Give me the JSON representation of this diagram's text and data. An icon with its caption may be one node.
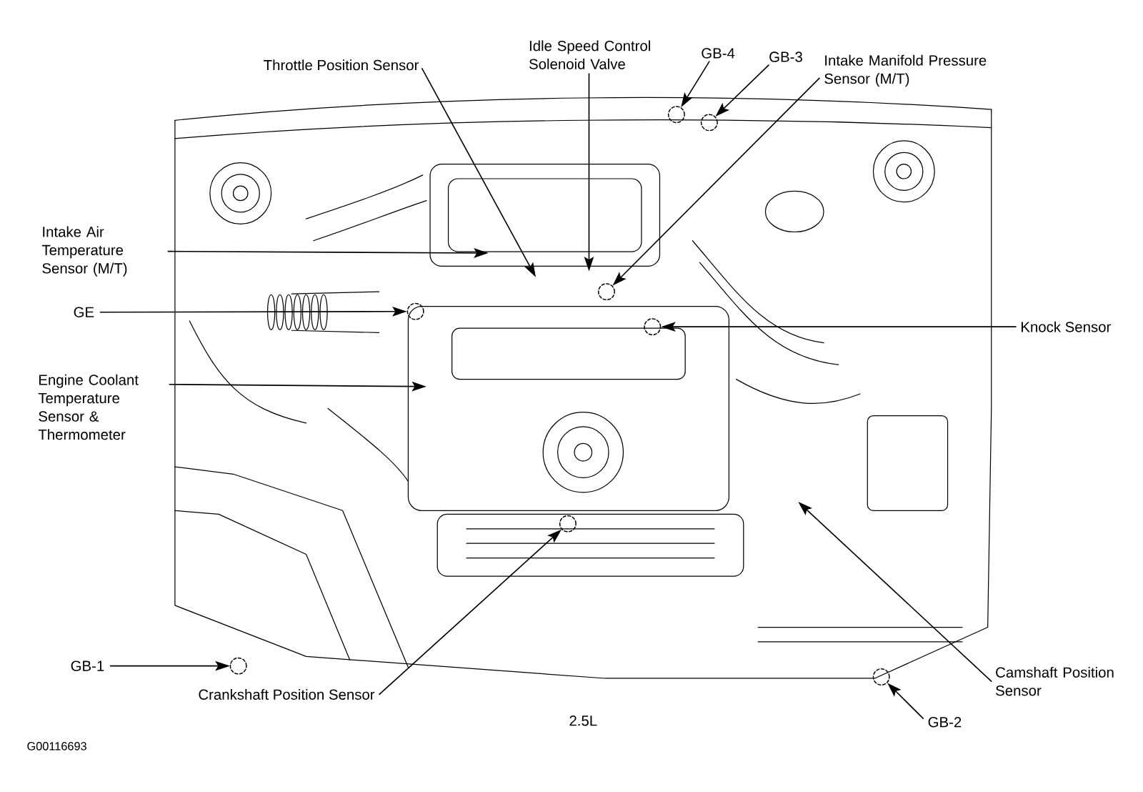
{
  "diagram": {
    "nodes": [
      {
        "text": [
          "Throttle Position Sensor"
        ]
      },
      {
        "text": [
          "Idle Speed Control Solenoid Valve"
        ]
      },
      {
        "text": [
          "GB-4"
        ]
      },
      {
        "text": [
          "GB-3"
        ]
      },
      {
        "text": [
          "Intake Manifold Pressure Sensor (M/T)"
        ]
      },
      {
        "text": [
          "Intake Air Temperature Sensor (M/T)"
        ]
      },
      {
        "text": [
          "GE"
        ]
      },
      {
        "text": [
          "Knock Sensor"
        ]
      },
      {
        "text": [
          "Engine Coolant Temperature Sensor & Thermometer"
        ]
      },
      {
        "text": [
          "GB-1"
        ]
      },
      {
        "text": [
          "Crankshaft Position Sensor"
        ]
      },
      {
        "text": [
          "Camshaft Position Sensor"
        ]
      },
      {
        "text": [
          "GB-2"
        ]
      },
      {
        "text": [],
        "shape": "circle"
      },
      {
        "text": [],
        "shape": "circle"
      },
      {
        "text": [],
        "shape": "circle"
      },
      {
        "text": [],
        "shape": "circle"
      },
      {
        "text": [],
        "shape": "circle"
      },
      {
        "text": [],
        "shape": "circle"
      },
      {
        "text": [],
        "shape": "circle"
      },
      {
        "text": [],
        "shape": "circle"
      }
    ],
    "edges": [
      {
        "from": 0,
        "to": null,
        "arrow": "to"
      },
      {
        "from": 1,
        "to": null,
        "arrow": "to"
      },
      {
        "from": 2,
        "to": 18,
        "arrow": "to"
      },
      {
        "from": 3,
        "to": 19,
        "arrow": "to"
      },
      {
        "from": 4,
        "to": 16,
        "arrow": "to"
      },
      {
        "from": 5,
        "to": null,
        "arrow": "to"
      },
      {
        "from": 6,
        "to": 14,
        "arrow": "to"
      },
      {
        "from": 7,
        "to": 17,
        "arrow": "to"
      },
      {
        "from": 8,
        "to": null,
        "arrow": "to"
      },
      {
        "from": 9,
        "to": 13,
        "arrow": "to"
      },
      {
        "from": 10,
        "to": 15,
        "arrow": "to"
      },
      {
        "from": 11,
        "to": null,
        "arrow": "to"
      },
      {
        "from": 12,
        "to": 20,
        "arrow": "to"
      }
    ],
    "labels": [
      "2.5L",
      "G00116693"
    ]
  }
}
